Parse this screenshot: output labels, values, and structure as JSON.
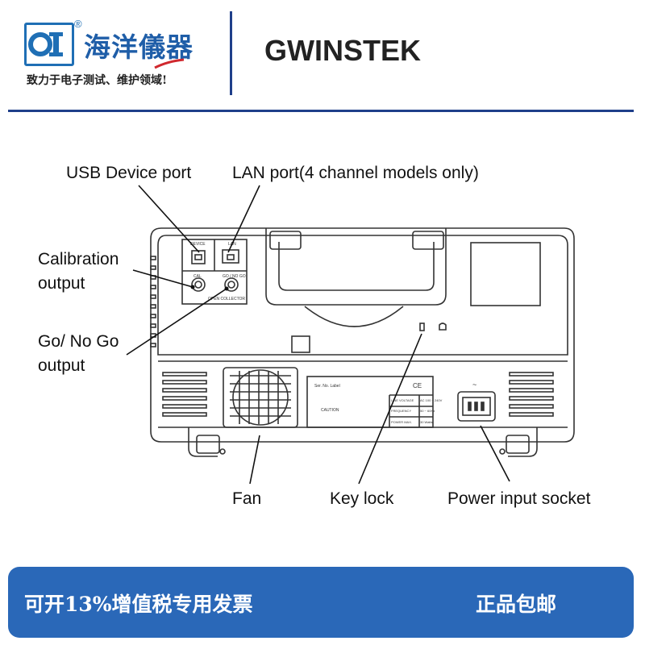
{
  "header": {
    "logo_glyph": "OI",
    "registered_mark": "®",
    "company_name_cn": "海洋儀器",
    "slogan_cn": "致力于电子测试、维护领域!",
    "brand": "GWINSTEK"
  },
  "labels": {
    "usb": "USB Device port",
    "lan": "LAN port(4 channel models only)",
    "calibration_line1": "Calibration",
    "calibration_line2": "output",
    "gonogo_line1": "Go/ No Go",
    "gonogo_line2": "output",
    "fan": "Fan",
    "keylock": "Key lock",
    "power": "Power input socket"
  },
  "panel_text": {
    "usb_port": "DEVICE",
    "lan_port": "LAN",
    "cal": "CAL",
    "gonogo": "GO / NO GO",
    "open_collector": "OPEN COLLECTOR",
    "ser_label": "Ser. No. Label",
    "caution": "CAUTION",
    "ce": "CE",
    "line_voltage": "LINE VOLTAGE",
    "voltage_value": "AC 100 ~ 240V",
    "frequency": "FREQUENCY",
    "frequency_value": "50 ~ 60Hz",
    "power_max": "POWER MAX.",
    "power_value": "30 Watts"
  },
  "footer": {
    "left": "可开13%增值税专用发票",
    "right": "正品包邮"
  },
  "colors": {
    "brand_blue": "#1f6fb5",
    "divider_navy": "#1f3f8a",
    "footer_blue": "#2a68b8"
  }
}
